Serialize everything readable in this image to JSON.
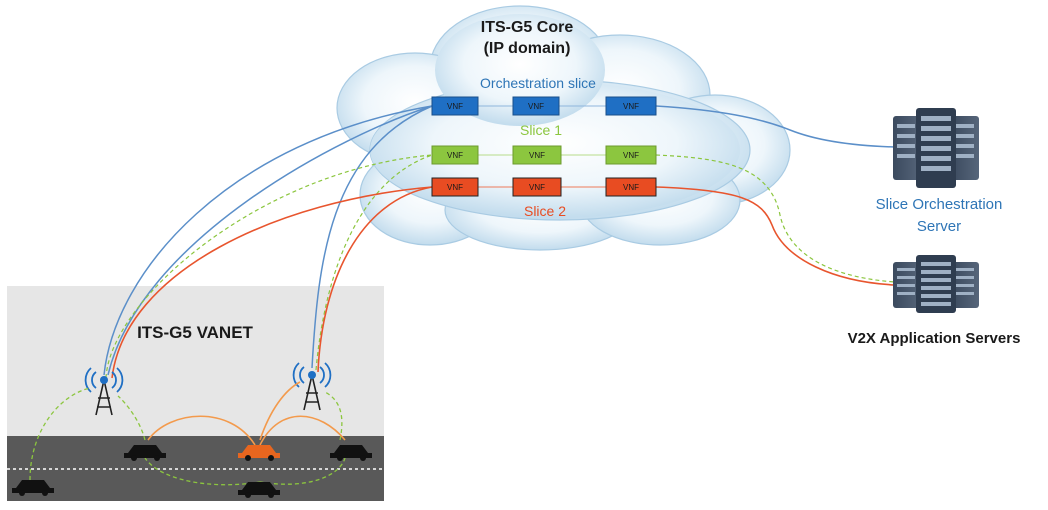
{
  "cloud": {
    "title_line1": "ITS-G5 Core",
    "title_line2": "(IP domain)"
  },
  "slices": [
    {
      "id": "orchestration",
      "label": "Orchestration slice",
      "color": "#1f6fc4",
      "text_color": "#2e75b6",
      "vnfs": [
        "VNF",
        "VNF",
        "VNF"
      ]
    },
    {
      "id": "slice1",
      "label": "Slice 1",
      "color": "#8cc63f",
      "text_color": "#8cc63f",
      "vnfs": [
        "VNF",
        "VNF",
        "VNF"
      ]
    },
    {
      "id": "slice2",
      "label": "Slice 2",
      "color": "#e84c22",
      "text_color": "#e84c22",
      "vnfs": [
        "VNF",
        "VNF",
        "VNF"
      ]
    }
  ],
  "servers": {
    "orchestration_line1": "Slice Orchestration",
    "orchestration_line2": "Server",
    "application": "V2X Application Servers"
  },
  "vanet": {
    "label": "ITS-G5 VANET"
  },
  "colors": {
    "orchestration": "#5b8fc9",
    "slice1": "#8cc63f",
    "slice2": "#e8552e",
    "vehicle_link": "#f39a4c",
    "server": "#44546a",
    "road": "#595959",
    "zone": "#e6e6e6"
  }
}
